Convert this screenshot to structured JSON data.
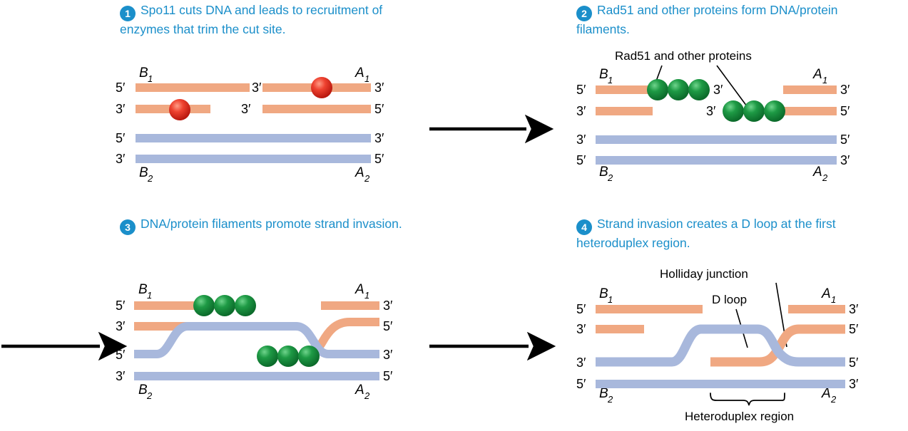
{
  "figure": {
    "title": "Meiotic recombination: Spo11 cut, Rad51 filament, strand invasion, D loop",
    "colors": {
      "orange_strand": "#F0A882",
      "blue_strand": "#A8B8DC",
      "protein_green": "#1B8A3C",
      "spo11_red": "#E8342B",
      "caption_blue": "#1B8FCA",
      "arrow_black": "#000000"
    }
  },
  "steps": [
    {
      "number": "1",
      "text": "Spo11 cuts DNA and leads to recruitment of enzymes that trim the cut site.",
      "end_labels": {
        "top_left": "5′",
        "top_right": "3′",
        "second_left": "3′",
        "second_mid": "3′",
        "second_right": "5′",
        "third_left": "5′",
        "third_right": "3′",
        "fourth_left": "3′",
        "fourth_right": "5′"
      },
      "chromatid_labels": {
        "upper_left": "B",
        "upper_left_sub": "1",
        "upper_right": "A",
        "upper_right_sub": "1",
        "lower_left": "B",
        "lower_left_sub": "2",
        "lower_right": "A",
        "lower_right_sub": "2"
      },
      "annotations": []
    },
    {
      "number": "2",
      "text": "Rad51 and other proteins form DNA/protein filaments.",
      "end_labels": {
        "top_left": "5′",
        "top_mid": "3′",
        "top_right": "3′",
        "second_left": "3′",
        "second_mid": "3′",
        "second_right": "5′",
        "third_left": "3′",
        "third_right": "5′",
        "fourth_left": "5′",
        "fourth_right": "3′"
      },
      "chromatid_labels": {
        "upper_left": "B",
        "upper_left_sub": "1",
        "upper_right": "A",
        "upper_right_sub": "1",
        "lower_left": "B",
        "lower_left_sub": "2",
        "lower_right": "A",
        "lower_right_sub": "2"
      },
      "annotations": [
        "Rad51 and other proteins"
      ]
    },
    {
      "number": "3",
      "text": "DNA/protein filaments promote strand invasion.",
      "end_labels": {
        "top_left": "5′",
        "top_right": "3′",
        "second_left": "3′",
        "second_right": "5′",
        "third_left": "5′",
        "third_right": "3′",
        "fourth_left": "3′",
        "fourth_right": "5′"
      },
      "chromatid_labels": {
        "upper_left": "B",
        "upper_left_sub": "1",
        "upper_right": "A",
        "upper_right_sub": "1",
        "lower_left": "B",
        "lower_left_sub": "2",
        "lower_right": "A",
        "lower_right_sub": "2"
      },
      "annotations": []
    },
    {
      "number": "4",
      "text": "Strand invasion creates a D loop at the first heteroduplex region.",
      "end_labels": {
        "top_left": "5′",
        "top_right": "3′",
        "second_left": "3′",
        "second_right": "5′",
        "third_left": "3′",
        "third_right": "5′",
        "fourth_left": "5′",
        "fourth_right": "3′"
      },
      "chromatid_labels": {
        "upper_left": "B",
        "upper_left_sub": "1",
        "upper_right": "A",
        "upper_right_sub": "1",
        "lower_left": "B",
        "lower_left_sub": "2",
        "lower_right": "A",
        "lower_right_sub": "2"
      },
      "annotations": [
        "Holliday junction",
        "D loop",
        "Heteroduplex region"
      ]
    }
  ],
  "arrows": [
    {
      "name": "arrow-step1-to-step2"
    },
    {
      "name": "arrow-step2-to-step3"
    },
    {
      "name": "arrow-step3-to-step4"
    }
  ]
}
